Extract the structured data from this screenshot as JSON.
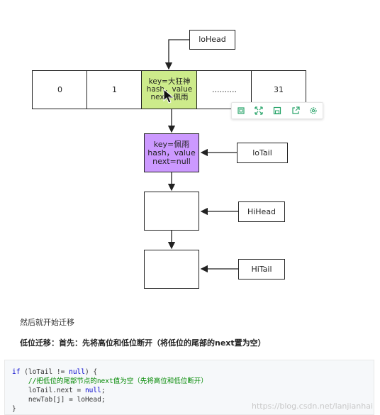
{
  "diagram": {
    "lo_head_label": "loHead",
    "array_cells": [
      "0",
      "1",
      "",
      "..........",
      "31"
    ],
    "node1": {
      "line1": "key=大狂神",
      "line2": "hash，value",
      "line3": "next=佩雨"
    },
    "node2": {
      "line1": "key=佩雨",
      "line2": "hash，value",
      "line3": "next=null"
    },
    "lo_tail_label": "loTail",
    "hi_head_label": "HiHead",
    "hi_tail_label": "HiTail"
  },
  "toolbar": {
    "icons": [
      "copy-icon",
      "expand-icon",
      "save-icon",
      "share-icon",
      "settings-icon"
    ]
  },
  "text": {
    "line1": "然后就开始迁移",
    "line2": "低位迁移：首先：先将高位和低位断开（将低位的尾部的next置为空）"
  },
  "code": {
    "l1_kw": "if",
    "l1_rest_a": " (loTail != ",
    "l1_null": "null",
    "l1_rest_b": ") {",
    "l2_comment": "//把低位的尾部节点的next值为空（先将高位和低位断开）",
    "l3_a": "    loTail.next = ",
    "l3_null": "null",
    "l3_b": ";",
    "l4": "    newTab[j] = loHead;",
    "l5": "}"
  },
  "watermark": "https://blog.csdn.net/lanjianhai"
}
